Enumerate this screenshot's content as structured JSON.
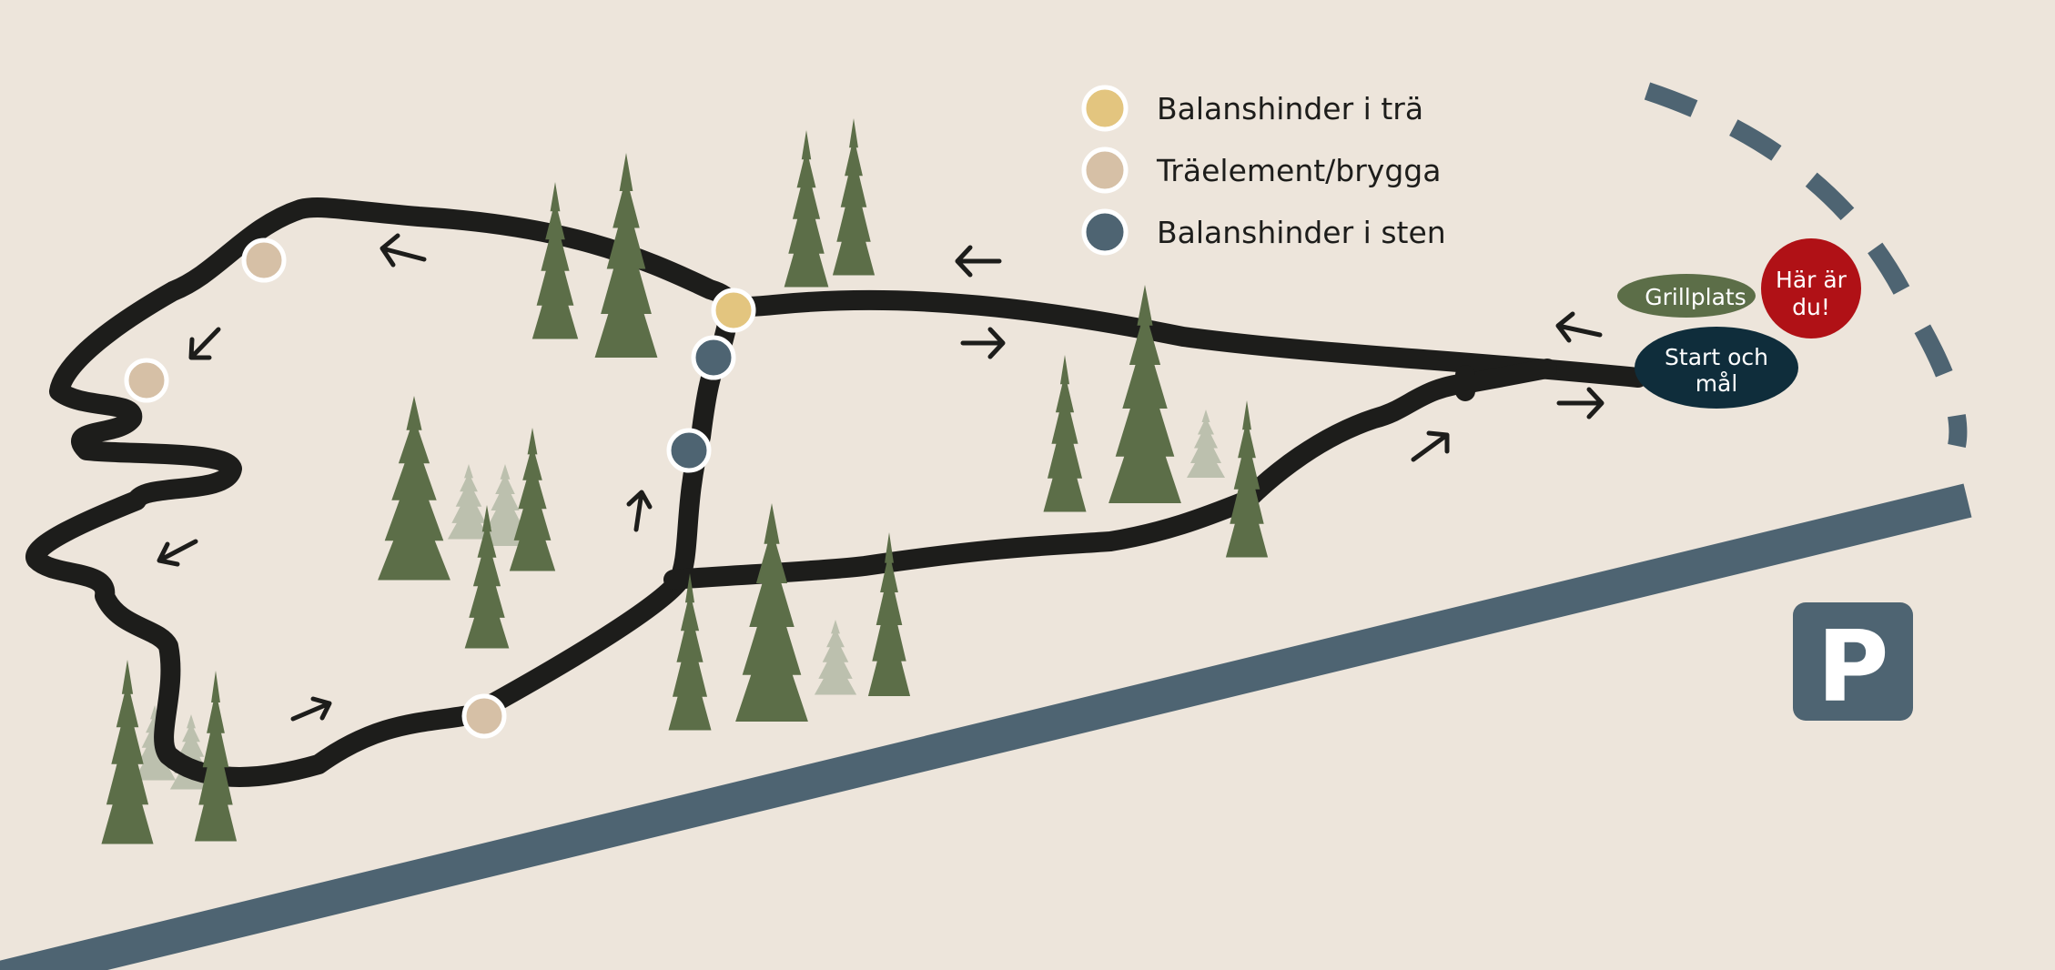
{
  "legend": {
    "items": [
      {
        "label": "Balanshinder i trä",
        "color": "#e3c57f"
      },
      {
        "label": "Träelement/brygga",
        "color": "#d6c0a6"
      },
      {
        "label": "Balanshinder i sten",
        "color": "#4e6472"
      }
    ]
  },
  "labels": {
    "grill": "Grillplats",
    "you_are_here_line1": "Här är",
    "you_are_here_line2": "du!",
    "start_line1": "Start och",
    "start_line2": "mål",
    "parking": "P"
  },
  "colors": {
    "background": "#ede5db",
    "trail": "#1d1d1b",
    "road": "#4e6472",
    "tree": "#5c6e48",
    "tree_faded": "#bcc0ae",
    "grill": "#5c6e48",
    "you_are_here": "#b01116",
    "start": "#0f2d3b",
    "parking": "#4e6472"
  }
}
